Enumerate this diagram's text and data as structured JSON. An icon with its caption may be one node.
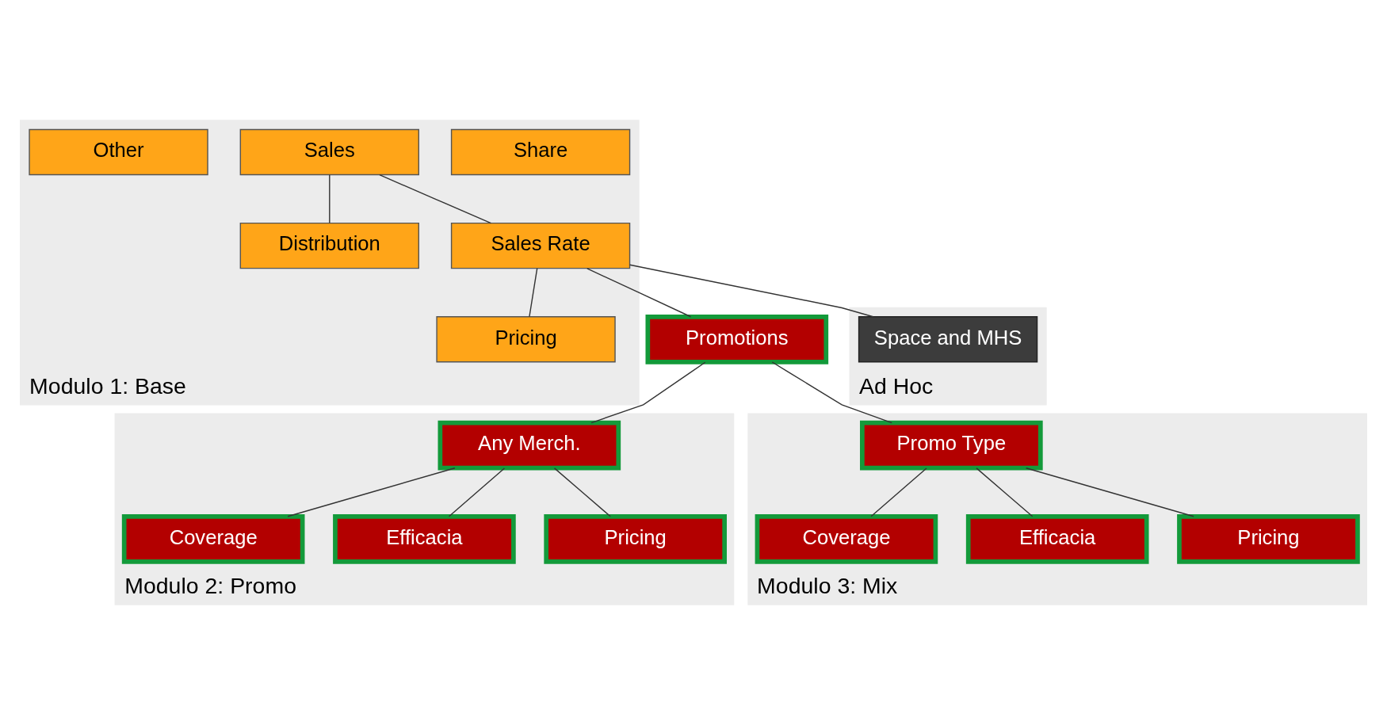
{
  "diagram": {
    "nodes": [
      {
        "text": [
          "Modulo 1: Base"
        ]
      },
      {
        "text": [
          "Share"
        ],
        "in": 0
      },
      {
        "text": [
          "Sales"
        ],
        "in": 0
      },
      {
        "text": [
          "Other"
        ],
        "in": 0
      },
      {
        "text": [
          "Distribution"
        ],
        "in": 0
      },
      {
        "text": [
          "Sales Rate"
        ],
        "in": 0
      },
      {
        "text": [
          "Pricing"
        ],
        "in": 0
      },
      {
        "text": [
          "Promotions"
        ]
      },
      {
        "text": [
          "Ad Hoc"
        ]
      },
      {
        "text": [
          "Space and MHS"
        ],
        "in": 8
      },
      {
        "text": [
          "Modulo 2: Promo"
        ]
      },
      {
        "text": [
          "Any Merch."
        ],
        "in": 10
      },
      {
        "text": [
          "Coverage"
        ],
        "in": 10
      },
      {
        "text": [
          "Efficacia"
        ],
        "in": 10
      },
      {
        "text": [
          "Pricing"
        ],
        "in": 10
      },
      {
        "text": [
          "Modulo 3: Mix"
        ]
      },
      {
        "text": [
          "Promo Type"
        ],
        "in": 15
      },
      {
        "text": [
          "Coverage"
        ],
        "in": 15
      },
      {
        "text": [
          "Efficacia"
        ],
        "in": 15
      },
      {
        "text": [
          "Pricing"
        ],
        "in": 15
      }
    ],
    "edges": [
      {
        "from": 2,
        "to": 4,
        "arrow": "none"
      },
      {
        "from": 2,
        "to": 5,
        "arrow": "none"
      },
      {
        "from": 5,
        "to": 6,
        "arrow": "none"
      },
      {
        "from": 5,
        "to": 7,
        "arrow": "none"
      },
      {
        "from": 5,
        "to": 9,
        "arrow": "none"
      },
      {
        "from": 7,
        "to": 11,
        "arrow": "none"
      },
      {
        "from": 7,
        "to": 16,
        "arrow": "none"
      },
      {
        "from": 11,
        "to": 12,
        "arrow": "none"
      },
      {
        "from": 11,
        "to": 13,
        "arrow": "none"
      },
      {
        "from": 11,
        "to": 14,
        "arrow": "none"
      },
      {
        "from": 16,
        "to": 17,
        "arrow": "none"
      },
      {
        "from": 16,
        "to": 18,
        "arrow": "none"
      },
      {
        "from": 16,
        "to": 19,
        "arrow": "none"
      }
    ]
  }
}
